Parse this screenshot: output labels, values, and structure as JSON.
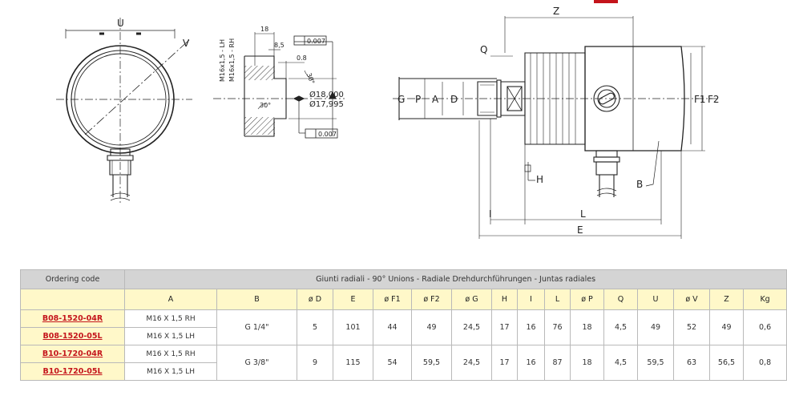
{
  "drawing": {
    "labels": {
      "U": "U",
      "V": "V",
      "Z": "Z",
      "Q": "Q",
      "G": "G",
      "P": "P",
      "A": "A",
      "D": "D",
      "F1": "F1",
      "F2": "F2",
      "H": "H",
      "B": "B",
      "I": "I",
      "L": "L",
      "E": "E",
      "dim18": "18",
      "dim85": "8,5",
      "dim08": "0.8",
      "tol1": "0.007",
      "tol2": "0.007",
      "ang30a": "30°",
      "ang30b": "30°",
      "dia1": "Ø18,000",
      "dia2": "Ø17,995",
      "thread_lh": "M16x1,5 - LH",
      "thread_rh": "M16x1,5 - RH"
    }
  },
  "table": {
    "header_code": "Ordering code",
    "header_title": "Giunti radiali - 90° Unions - Radiale Drehdurchführungen - Juntas radiales",
    "columns": [
      "A",
      "B",
      "ø D",
      "E",
      "ø F1",
      "ø F2",
      "ø G",
      "H",
      "I",
      "L",
      "ø P",
      "Q",
      "U",
      "ø V",
      "Z",
      "Kg"
    ],
    "rows": [
      {
        "code": "B08-1520-04R",
        "a": "M16 X 1,5 RH"
      },
      {
        "code": "B08-1520-05L",
        "a": "M16 X 1,5 LH"
      },
      {
        "code": "B10-1720-04R",
        "a": "M16 X 1,5 RH"
      },
      {
        "code": "B10-1720-05L",
        "a": "M16 X 1,5 LH"
      }
    ],
    "groups": [
      {
        "b": "G 1/4\"",
        "d": "5",
        "e": "101",
        "f1": "44",
        "f2": "49",
        "g": "24,5",
        "h": "17",
        "i": "16",
        "l": "76",
        "p": "18",
        "q": "4,5",
        "u": "49",
        "v": "52",
        "z": "49",
        "kg": "0,6"
      },
      {
        "b": "G 3/8\"",
        "d": "9",
        "e": "115",
        "f1": "54",
        "f2": "59,5",
        "g": "24,5",
        "h": "17",
        "i": "16",
        "l": "87",
        "p": "18",
        "q": "4,5",
        "u": "59,5",
        "v": "63",
        "z": "56,5",
        "kg": "0,8"
      }
    ]
  }
}
